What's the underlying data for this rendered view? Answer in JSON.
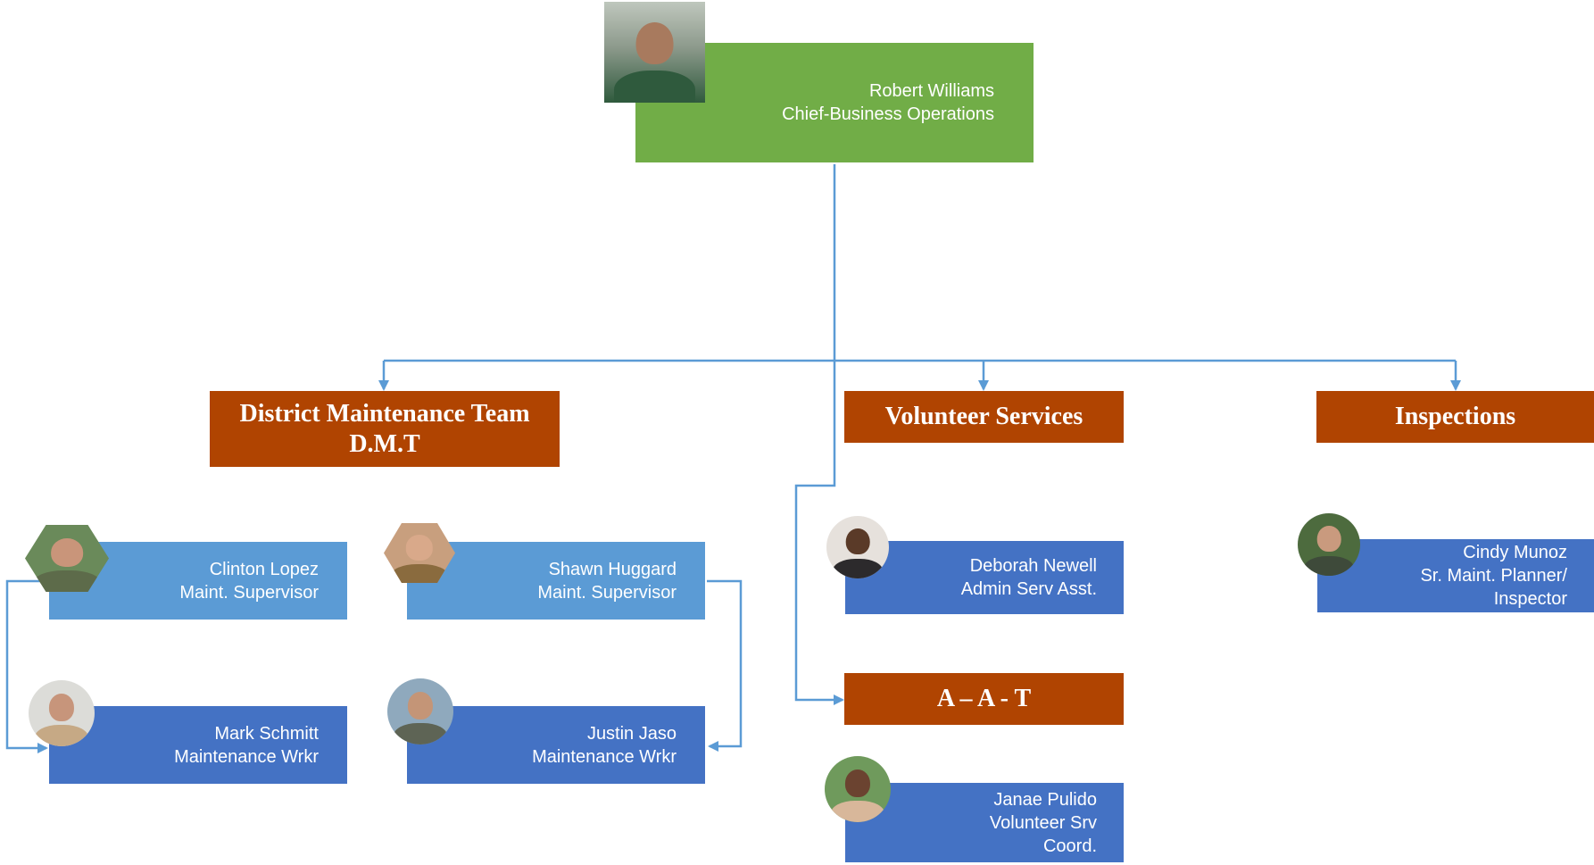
{
  "chief": {
    "name": "Robert Williams",
    "title": "Chief-Business Operations"
  },
  "departments": {
    "dmt": {
      "line1": "District Maintenance Team",
      "line2": "D.M.T"
    },
    "volunteer": {
      "label": "Volunteer Services"
    },
    "inspections": {
      "label": "Inspections"
    },
    "aat": {
      "label": "A – A - T"
    }
  },
  "people": {
    "clinton": {
      "name": "Clinton Lopez",
      "title": "Maint. Supervisor"
    },
    "shawn": {
      "name": "Shawn Huggard",
      "title": "Maint. Supervisor"
    },
    "mark": {
      "name": "Mark Schmitt",
      "title": "Maintenance Wrkr"
    },
    "justin": {
      "name": "Justin Jaso",
      "title": "Maintenance Wrkr"
    },
    "deborah": {
      "name": "Deborah Newell",
      "title": "Admin Serv Asst."
    },
    "janae": {
      "name": "Janae Pulido",
      "title1": "Volunteer Srv",
      "title2": "Coord."
    },
    "cindy": {
      "name": "Cindy Munoz",
      "title1": "Sr. Maint. Planner/",
      "title2": "Inspector"
    }
  },
  "colors": {
    "chief_box": "#71ad47",
    "supervisor_box": "#5b9bd5",
    "staff_box": "#4472c4",
    "department_box": "#b04401",
    "connector": "#5b9bd5"
  },
  "icons": {
    "photos": "person-photo",
    "arrows": "arrowhead"
  }
}
